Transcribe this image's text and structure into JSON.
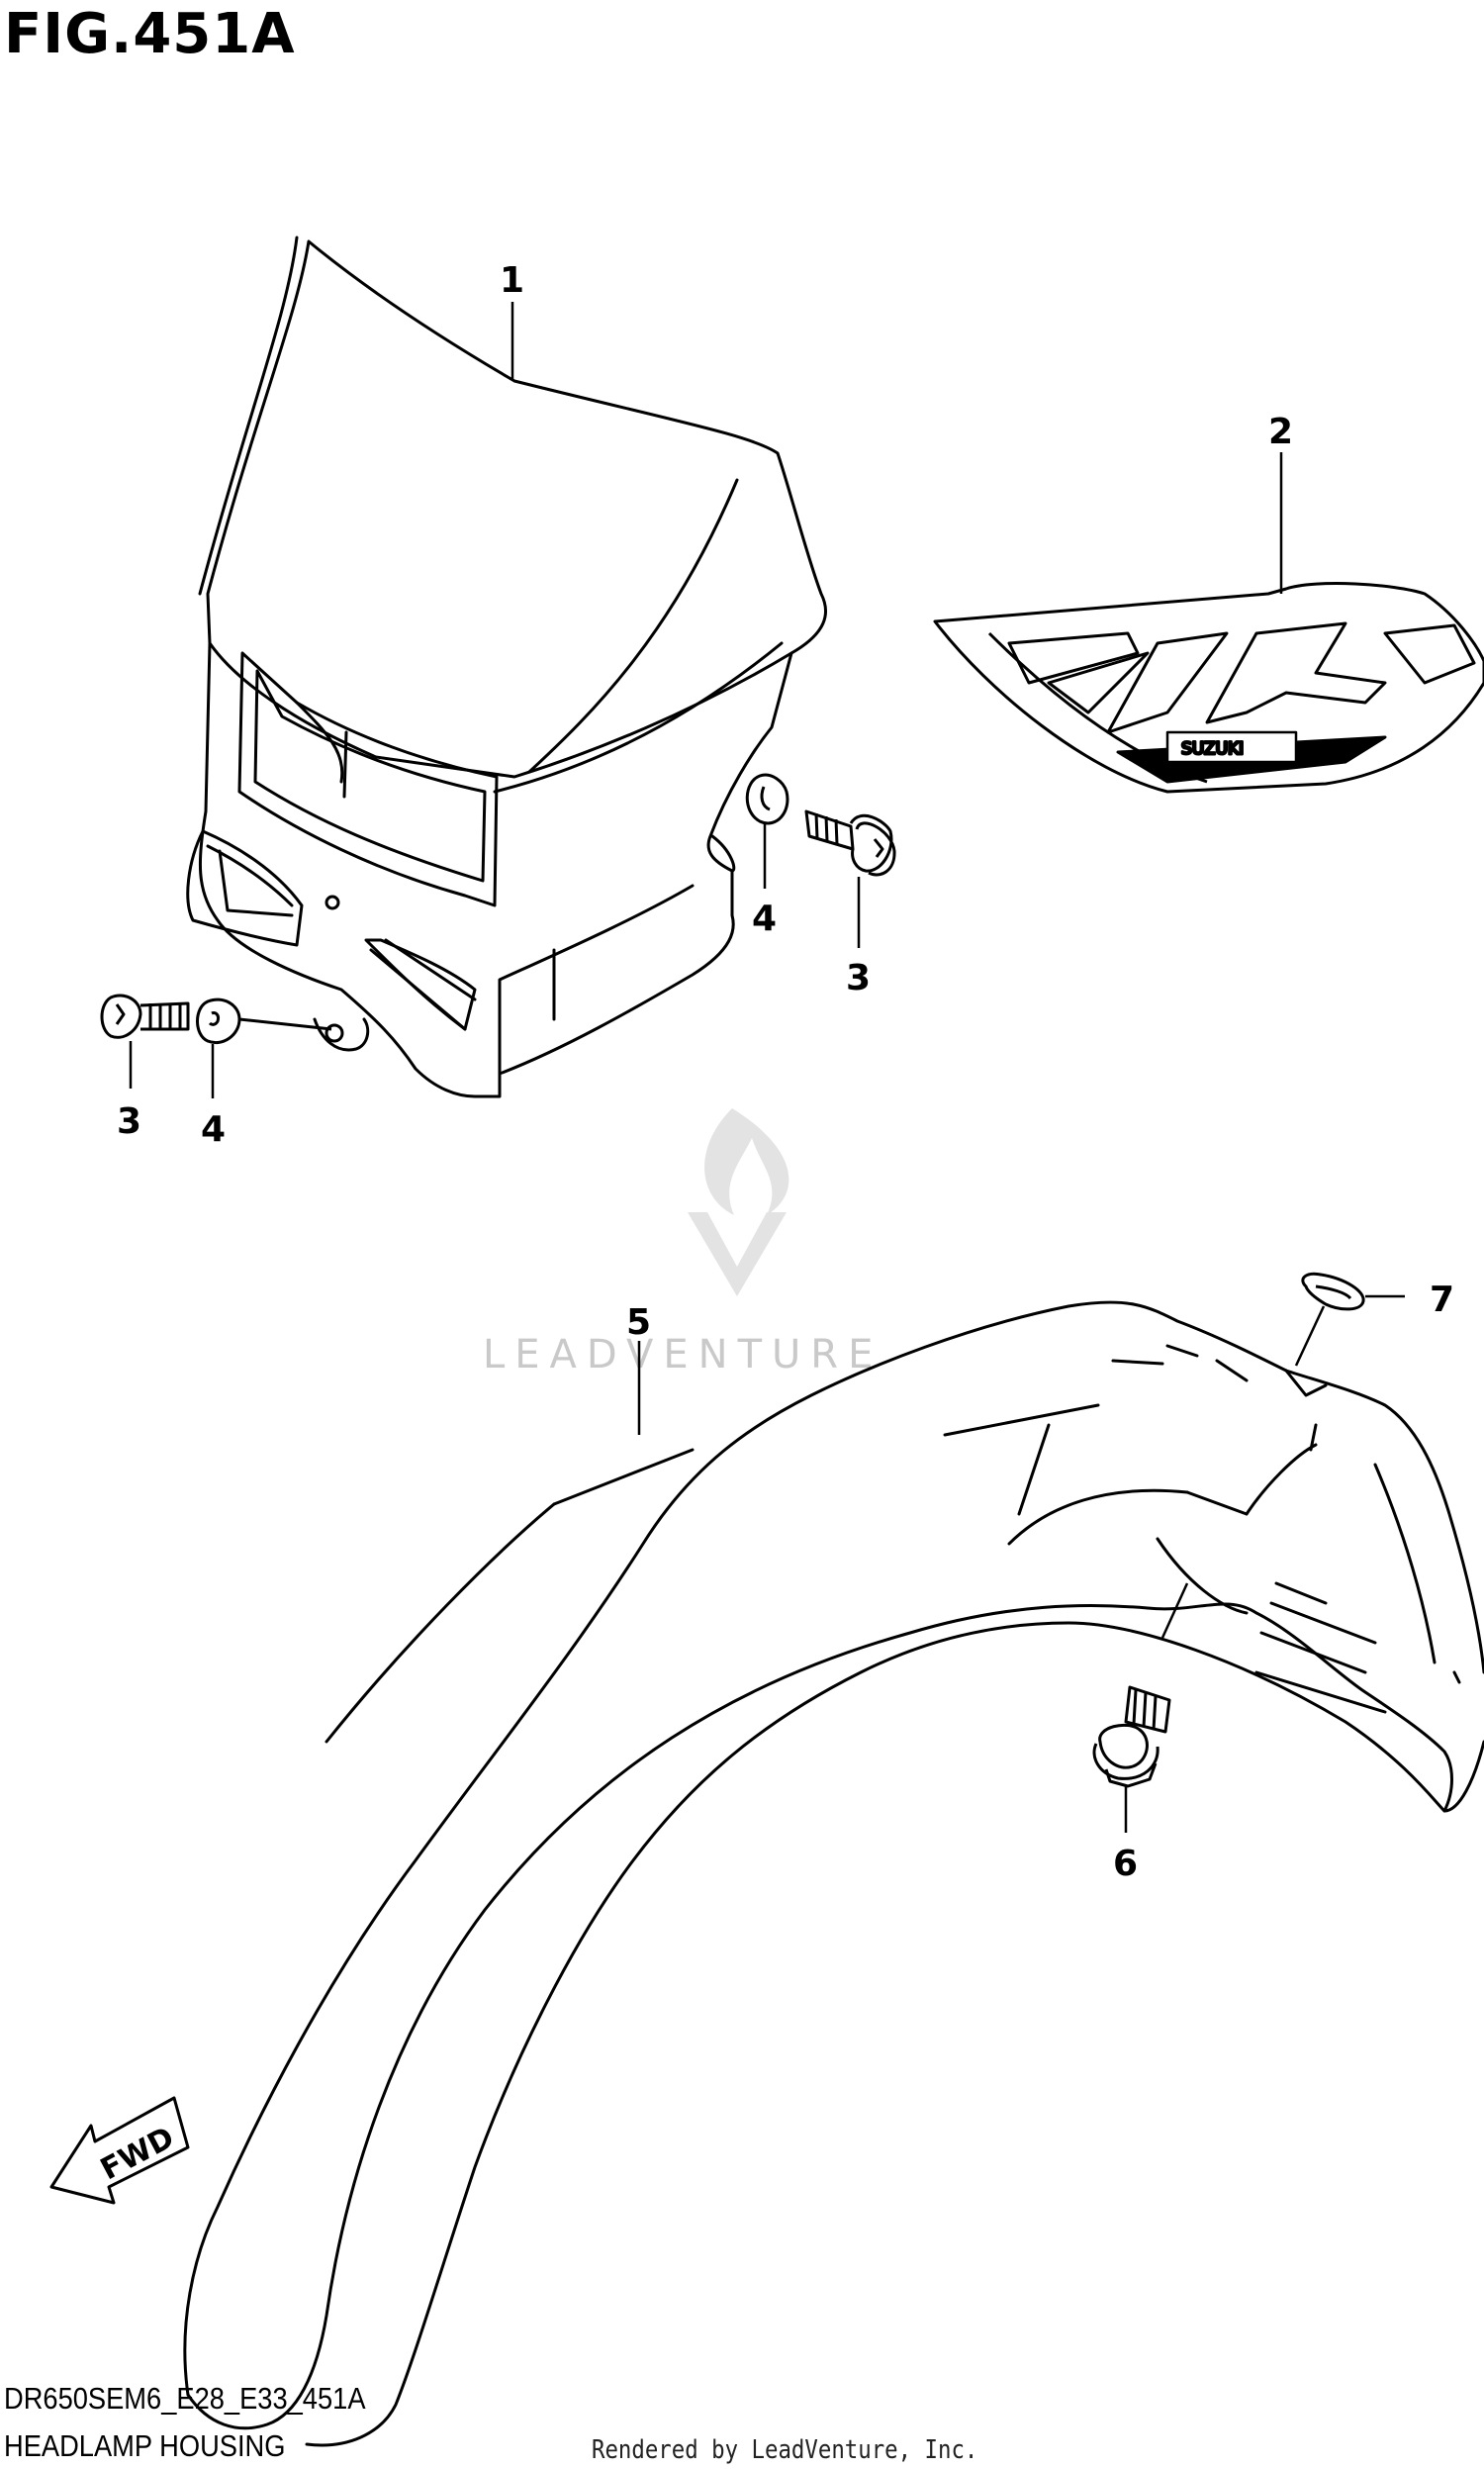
{
  "figure": {
    "title": "FIG.451A",
    "model_code": "DR650SEM6_E28_E33_451A",
    "section_name": "HEADLAMP HOUSING",
    "credit": "Rendered by LeadVenture, Inc."
  },
  "watermark": {
    "text": "LEADVENTURE"
  },
  "decal": {
    "brand_text": "SUZUKI"
  },
  "direction_arrow": {
    "label": "FWD"
  },
  "callouts": {
    "c1": "1",
    "c2": "2",
    "c3a": "3",
    "c3b": "3",
    "c4a": "4",
    "c4b": "4",
    "c5": "5",
    "c6": "6",
    "c7": "7"
  },
  "colors": {
    "line": "#000000",
    "watermark": "#c9c9c9",
    "background": "#ffffff"
  }
}
